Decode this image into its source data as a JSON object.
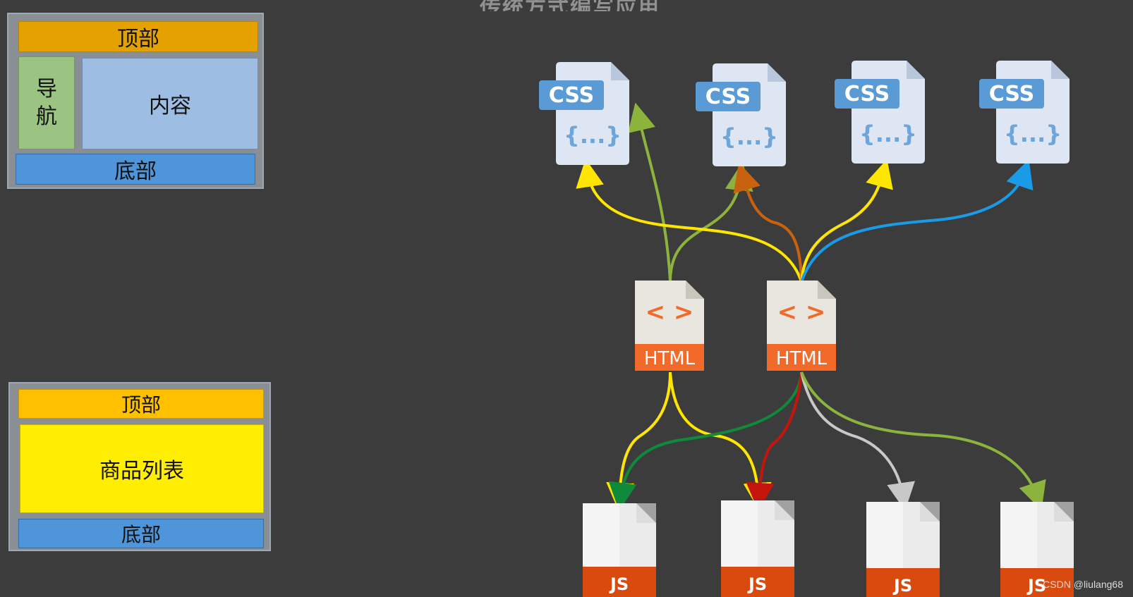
{
  "title": {
    "partial_text": "传统方式编写应用"
  },
  "layout_one": {
    "top": "顶部",
    "nav": "导航",
    "content": "内容",
    "bottom": "底部"
  },
  "layout_two": {
    "top": "顶部",
    "list": "商品列表",
    "bottom": "底部"
  },
  "css_files": [
    {
      "tag": "CSS",
      "brace": "{...}"
    },
    {
      "tag": "CSS",
      "brace": "{...}"
    },
    {
      "tag": "CSS",
      "brace": "{...}"
    },
    {
      "tag": "CSS",
      "brace": "{...}"
    }
  ],
  "html_files": [
    {
      "tag": "HTML",
      "glyph": "< >"
    },
    {
      "tag": "HTML",
      "glyph": "< >"
    }
  ],
  "js_files": [
    {
      "tag": "JS"
    },
    {
      "tag": "JS"
    },
    {
      "tag": "JS"
    },
    {
      "tag": "JS"
    }
  ],
  "colors": {
    "background": "#3c3c3c",
    "top_orange": "#e3a200",
    "nav_green": "#9bc482",
    "content_blue": "#9dbde3",
    "footer_blue": "#4f95d9",
    "list_yellow": "#ffee00",
    "css_tag": "#5b9bd5",
    "html_orange": "#f26a2a",
    "js_orange": "#d94a0f"
  },
  "watermark": "CSDN @liulang68"
}
